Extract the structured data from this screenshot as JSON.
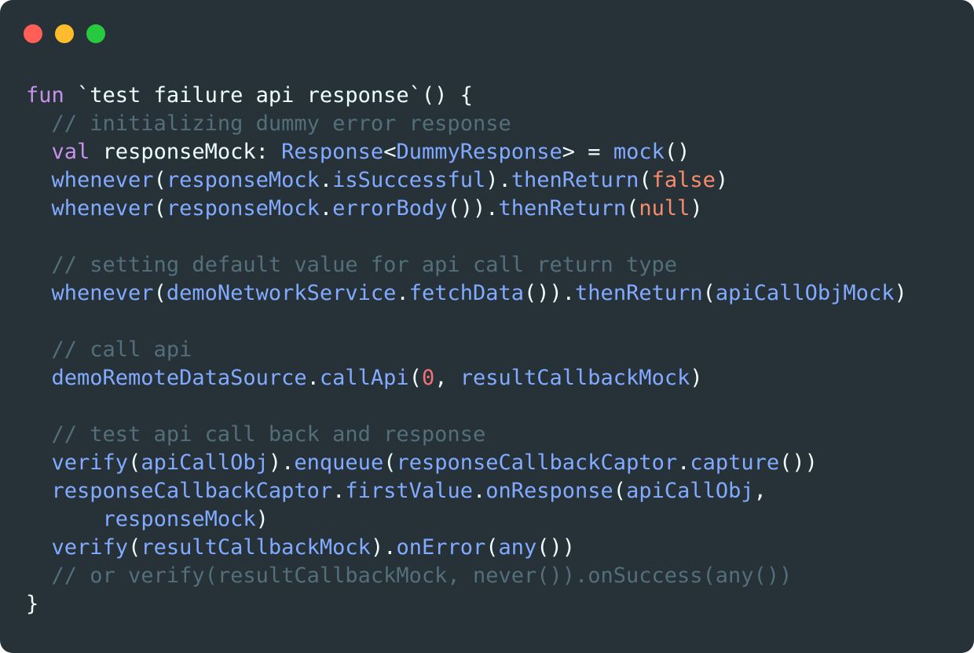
{
  "window": {
    "controls": [
      {
        "name": "close-button",
        "color": "#FF5F56"
      },
      {
        "name": "minimize-button",
        "color": "#FFBD2E"
      },
      {
        "name": "maximize-button",
        "color": "#27C93F"
      }
    ]
  },
  "theme": {
    "background": "#263238",
    "default": "#EEFFFF",
    "keyword": "#C792EA",
    "type": "#82AAFF",
    "func": "#82AAFF",
    "ident": "#82AAFF",
    "comment": "#546E7A",
    "literal": "#F78C6C",
    "number": "#F07178",
    "punct": "#89DDFF"
  },
  "code": {
    "lines": [
      [
        [
          "keyword",
          "fun"
        ],
        [
          "default",
          " `test failure api response`() {"
        ]
      ],
      [
        [
          "default",
          "  "
        ],
        [
          "comment",
          "// initializing dummy error response"
        ]
      ],
      [
        [
          "default",
          "  "
        ],
        [
          "keyword",
          "val"
        ],
        [
          "default",
          " responseMock: "
        ],
        [
          "type",
          "Response"
        ],
        [
          "default",
          "<"
        ],
        [
          "type",
          "DummyResponse"
        ],
        [
          "default",
          "> = "
        ],
        [
          "func",
          "mock"
        ],
        [
          "default",
          "()"
        ]
      ],
      [
        [
          "default",
          "  "
        ],
        [
          "func",
          "whenever"
        ],
        [
          "default",
          "("
        ],
        [
          "ident",
          "responseMock"
        ],
        [
          "default",
          "."
        ],
        [
          "ident",
          "isSuccessful"
        ],
        [
          "default",
          ")."
        ],
        [
          "func",
          "thenReturn"
        ],
        [
          "default",
          "("
        ],
        [
          "literal",
          "false"
        ],
        [
          "default",
          ")"
        ]
      ],
      [
        [
          "default",
          "  "
        ],
        [
          "func",
          "whenever"
        ],
        [
          "default",
          "("
        ],
        [
          "ident",
          "responseMock"
        ],
        [
          "default",
          "."
        ],
        [
          "func",
          "errorBody"
        ],
        [
          "default",
          "())."
        ],
        [
          "func",
          "thenReturn"
        ],
        [
          "default",
          "("
        ],
        [
          "literal",
          "null"
        ],
        [
          "default",
          ")"
        ]
      ],
      [],
      [
        [
          "default",
          "  "
        ],
        [
          "comment",
          "// setting default value for api call return type"
        ]
      ],
      [
        [
          "default",
          "  "
        ],
        [
          "func",
          "whenever"
        ],
        [
          "default",
          "("
        ],
        [
          "ident",
          "demoNetworkService"
        ],
        [
          "default",
          "."
        ],
        [
          "func",
          "fetchData"
        ],
        [
          "default",
          "())."
        ],
        [
          "func",
          "thenReturn"
        ],
        [
          "default",
          "("
        ],
        [
          "ident",
          "apiCallObjMock"
        ],
        [
          "default",
          ")"
        ]
      ],
      [],
      [
        [
          "default",
          "  "
        ],
        [
          "comment",
          "// call api"
        ]
      ],
      [
        [
          "default",
          "  "
        ],
        [
          "ident",
          "demoRemoteDataSource"
        ],
        [
          "default",
          "."
        ],
        [
          "func",
          "callApi"
        ],
        [
          "default",
          "("
        ],
        [
          "number",
          "0"
        ],
        [
          "default",
          ", "
        ],
        [
          "ident",
          "resultCallbackMock"
        ],
        [
          "default",
          ")"
        ]
      ],
      [],
      [
        [
          "default",
          "  "
        ],
        [
          "comment",
          "// test api call back and response"
        ]
      ],
      [
        [
          "default",
          "  "
        ],
        [
          "func",
          "verify"
        ],
        [
          "default",
          "("
        ],
        [
          "ident",
          "apiCallObj"
        ],
        [
          "default",
          ")."
        ],
        [
          "func",
          "enqueue"
        ],
        [
          "default",
          "("
        ],
        [
          "ident",
          "responseCallbackCaptor"
        ],
        [
          "default",
          "."
        ],
        [
          "func",
          "capture"
        ],
        [
          "default",
          "())"
        ]
      ],
      [
        [
          "default",
          "  "
        ],
        [
          "ident",
          "responseCallbackCaptor"
        ],
        [
          "default",
          "."
        ],
        [
          "ident",
          "firstValue"
        ],
        [
          "default",
          "."
        ],
        [
          "func",
          "onResponse"
        ],
        [
          "default",
          "("
        ],
        [
          "ident",
          "apiCallObj"
        ],
        [
          "default",
          ","
        ]
      ],
      [
        [
          "default",
          "      "
        ],
        [
          "ident",
          "responseMock"
        ],
        [
          "default",
          ")"
        ]
      ],
      [
        [
          "default",
          "  "
        ],
        [
          "func",
          "verify"
        ],
        [
          "default",
          "("
        ],
        [
          "ident",
          "resultCallbackMock"
        ],
        [
          "default",
          ")."
        ],
        [
          "func",
          "onError"
        ],
        [
          "default",
          "("
        ],
        [
          "func",
          "any"
        ],
        [
          "default",
          "())"
        ]
      ],
      [
        [
          "default",
          "  "
        ],
        [
          "comment",
          "// or verify(resultCallbackMock, never()).onSuccess(any())"
        ]
      ],
      [
        [
          "default",
          "}"
        ]
      ]
    ]
  }
}
